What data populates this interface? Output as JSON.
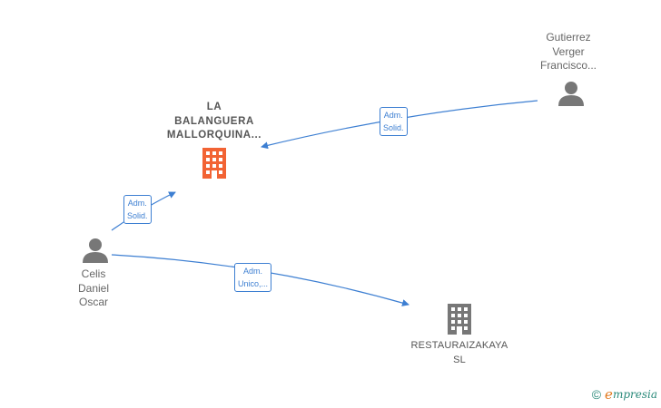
{
  "nodes": {
    "company_main": {
      "lines": [
        "LA",
        "BALANGUERA",
        "MALLORQUINA..."
      ],
      "color": "#f26334"
    },
    "company_second": {
      "lines": [
        "RESTAURAIZAKAYA",
        "SL"
      ],
      "color": "#777777"
    },
    "person_gutierrez": {
      "lines": [
        "Gutierrez",
        "Verger",
        "Francisco..."
      ]
    },
    "person_celis": {
      "lines": [
        "Celis",
        "Daniel",
        "Oscar"
      ]
    }
  },
  "edges": {
    "gutierrez_to_main": {
      "lines": [
        "Adm.",
        "Solid."
      ]
    },
    "celis_to_main": {
      "lines": [
        "Adm.",
        "Solid."
      ]
    },
    "celis_to_second": {
      "lines": [
        "Adm.",
        "Unico,..."
      ]
    }
  },
  "colors": {
    "edge": "#3d7fd2",
    "person_icon": "#777777"
  },
  "footer": {
    "copyright": "©",
    "brand_initial": "e",
    "brand_rest": "mpresia"
  }
}
